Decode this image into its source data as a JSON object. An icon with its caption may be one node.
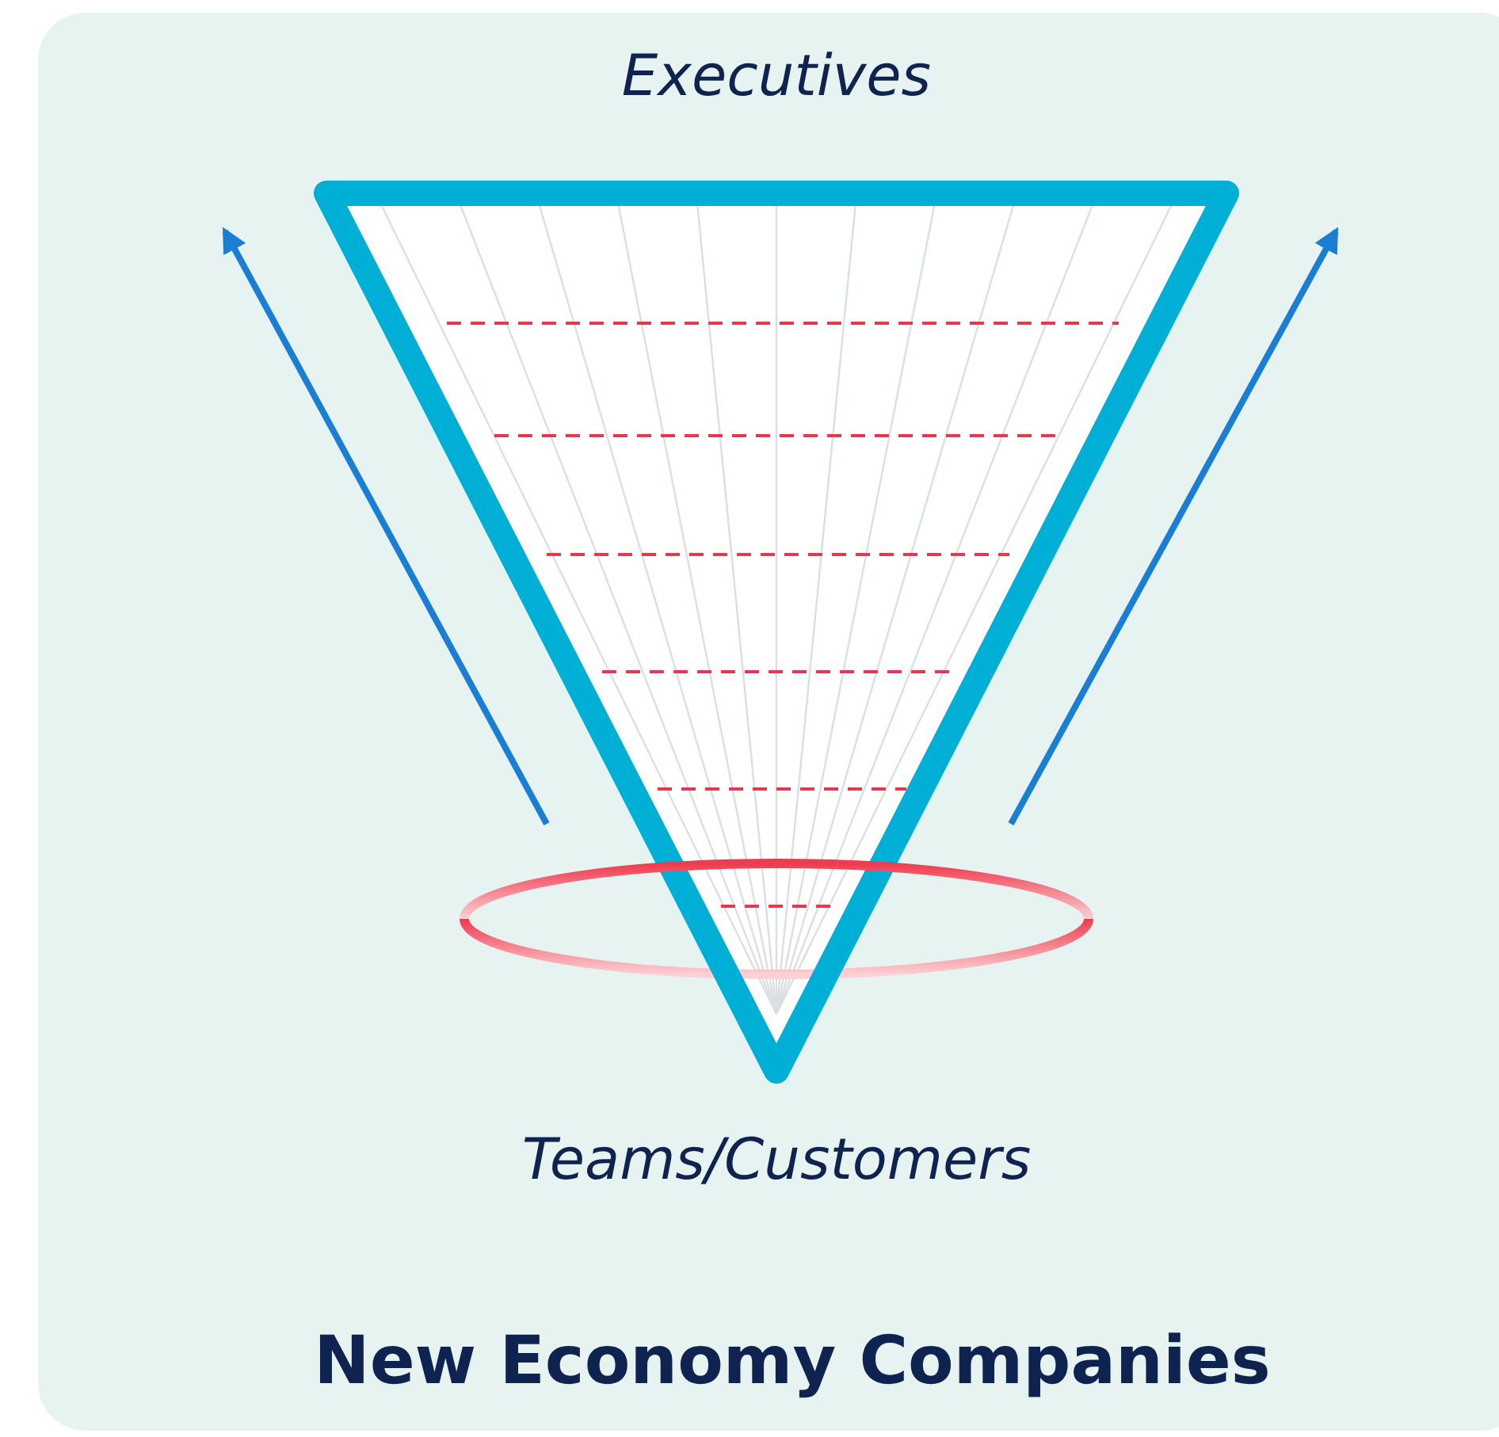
{
  "diagram": {
    "caption": "New Economy Companies",
    "labels": [
      "Executives",
      "Teams/Customers"
    ]
  }
}
